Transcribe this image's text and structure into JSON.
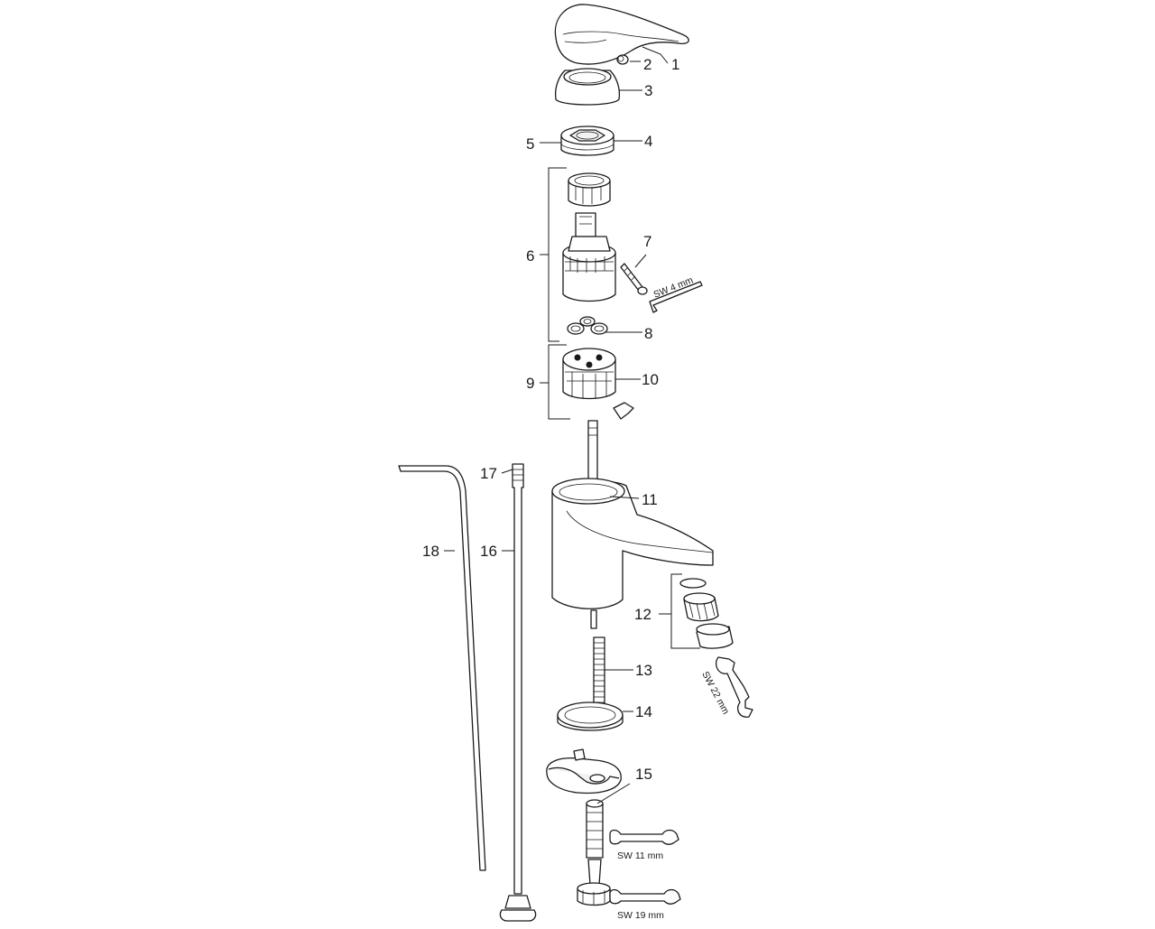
{
  "part_labels": [
    "1",
    "2",
    "3",
    "4",
    "5",
    "6",
    "7",
    "8",
    "9",
    "10",
    "11",
    "12",
    "13",
    "14",
    "15",
    "16",
    "17",
    "18"
  ],
  "tool_labels": {
    "hex_key": "SW 4 mm",
    "wrench_22": "SW 22 mm",
    "wrench_11": "SW 11 mm",
    "wrench_19": "SW 19 mm"
  }
}
